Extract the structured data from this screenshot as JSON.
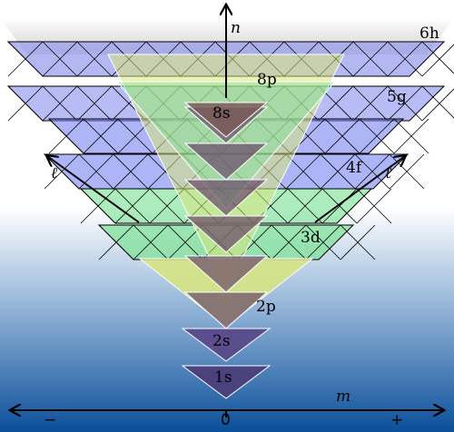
{
  "diagram": {
    "axes": {
      "vertical_label": "n",
      "horizontal_label": "m",
      "left_diagonal_label": "ℓ",
      "right_diagonal_label": "ℓ",
      "minus_label": "−",
      "zero_label": "0",
      "plus_label": "+"
    },
    "shells": [
      {
        "label": "1s",
        "fill": "#5c4a88"
      },
      {
        "label": "2s",
        "fill": "#5c4a88"
      },
      {
        "label": "2p",
        "fill": "#d5e47a"
      },
      {
        "label": "3d",
        "fill": "#7fe08f"
      },
      {
        "label": "4f",
        "fill": "#9999ee"
      },
      {
        "label": "5g",
        "fill": "#a8a8ec"
      },
      {
        "label": "6h",
        "fill": "#aeaed8"
      },
      {
        "label": "8s",
        "fill": "#8a5a3a"
      },
      {
        "label": "8p",
        "fill": "#d5e47a"
      }
    ],
    "colors": {
      "background_top": "#ffffff",
      "background_bottom": "#0b4f9a",
      "s_orbital": "#6a4a6a",
      "p_orbital": "#d7e57c",
      "d_orbital": "#80e29a",
      "f_orbital": "#6a78f0",
      "g_orbital": "#9aa0ef"
    }
  }
}
